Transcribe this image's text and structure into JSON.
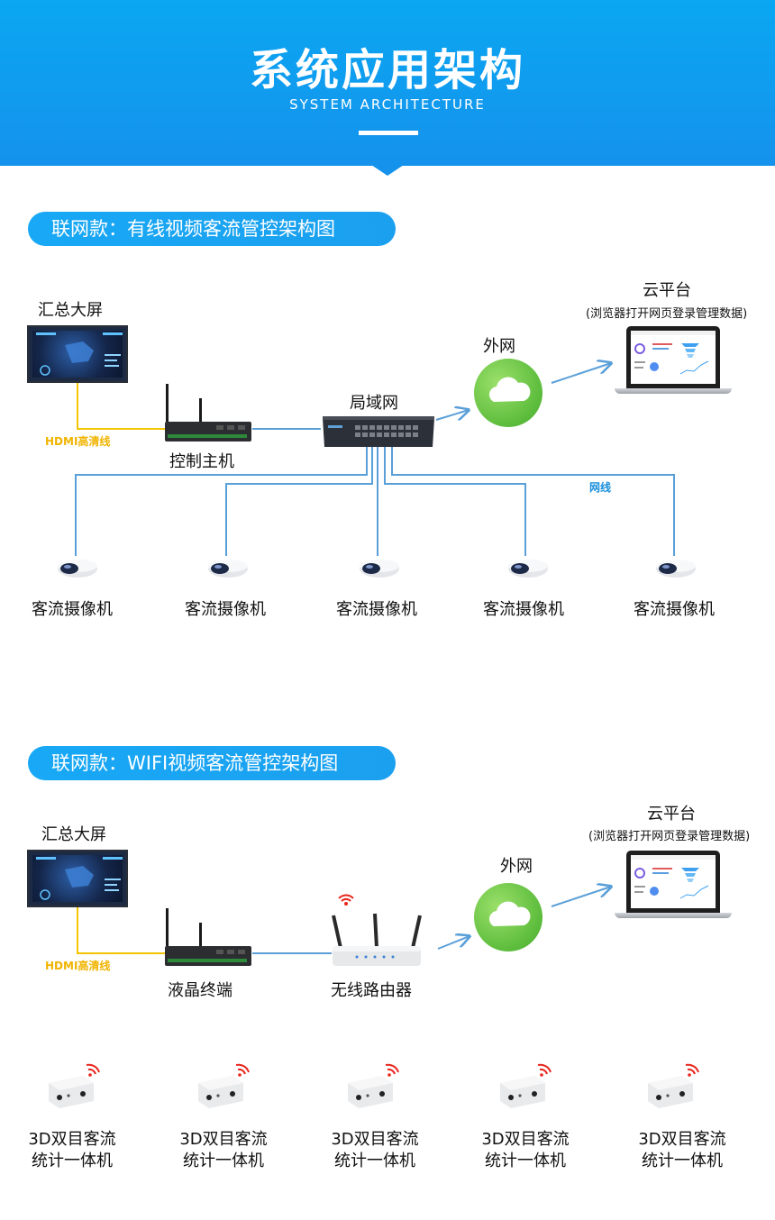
{
  "header": {
    "title": "系统应用架构",
    "subtitle": "SYSTEM ARCHITECTURE"
  },
  "section1": {
    "heading": "联网款：有线视频客流管控架构图",
    "big_screen": "汇总大屏",
    "hdmi": "HDMI高清线",
    "host": "控制主机",
    "lan": "局域网",
    "wan": "外网",
    "cloud": "云平台",
    "cloud_note": "(浏览器打开网页登录管理数据)",
    "cable": "网线",
    "cameras": [
      "客流摄像机",
      "客流摄像机",
      "客流摄像机",
      "客流摄像机",
      "客流摄像机"
    ]
  },
  "section2": {
    "heading": "联网款：WIFI视频客流管控架构图",
    "big_screen": "汇总大屏",
    "hdmi": "HDMI高清线",
    "terminal": "液晶终端",
    "router": "无线路由器",
    "wan": "外网",
    "cloud": "云平台",
    "cloud_note": "(浏览器打开网页登录管理数据)",
    "devices": [
      {
        "line1": "3D双目客流",
        "line2": "统计一体机"
      },
      {
        "line1": "3D双目客流",
        "line2": "统计一体机"
      },
      {
        "line1": "3D双目客流",
        "line2": "统计一体机"
      },
      {
        "line1": "3D双目客流",
        "line2": "统计一体机"
      },
      {
        "line1": "3D双目客流",
        "line2": "统计一体机"
      }
    ]
  },
  "colors": {
    "header_blue": "#1592ec",
    "pill_blue": "#18a8f5",
    "network_line": "#5a9fd8",
    "hdmi_line": "#f5c400",
    "cloud_green": "#5cbc3c",
    "wifi_red": "#e8261c"
  }
}
